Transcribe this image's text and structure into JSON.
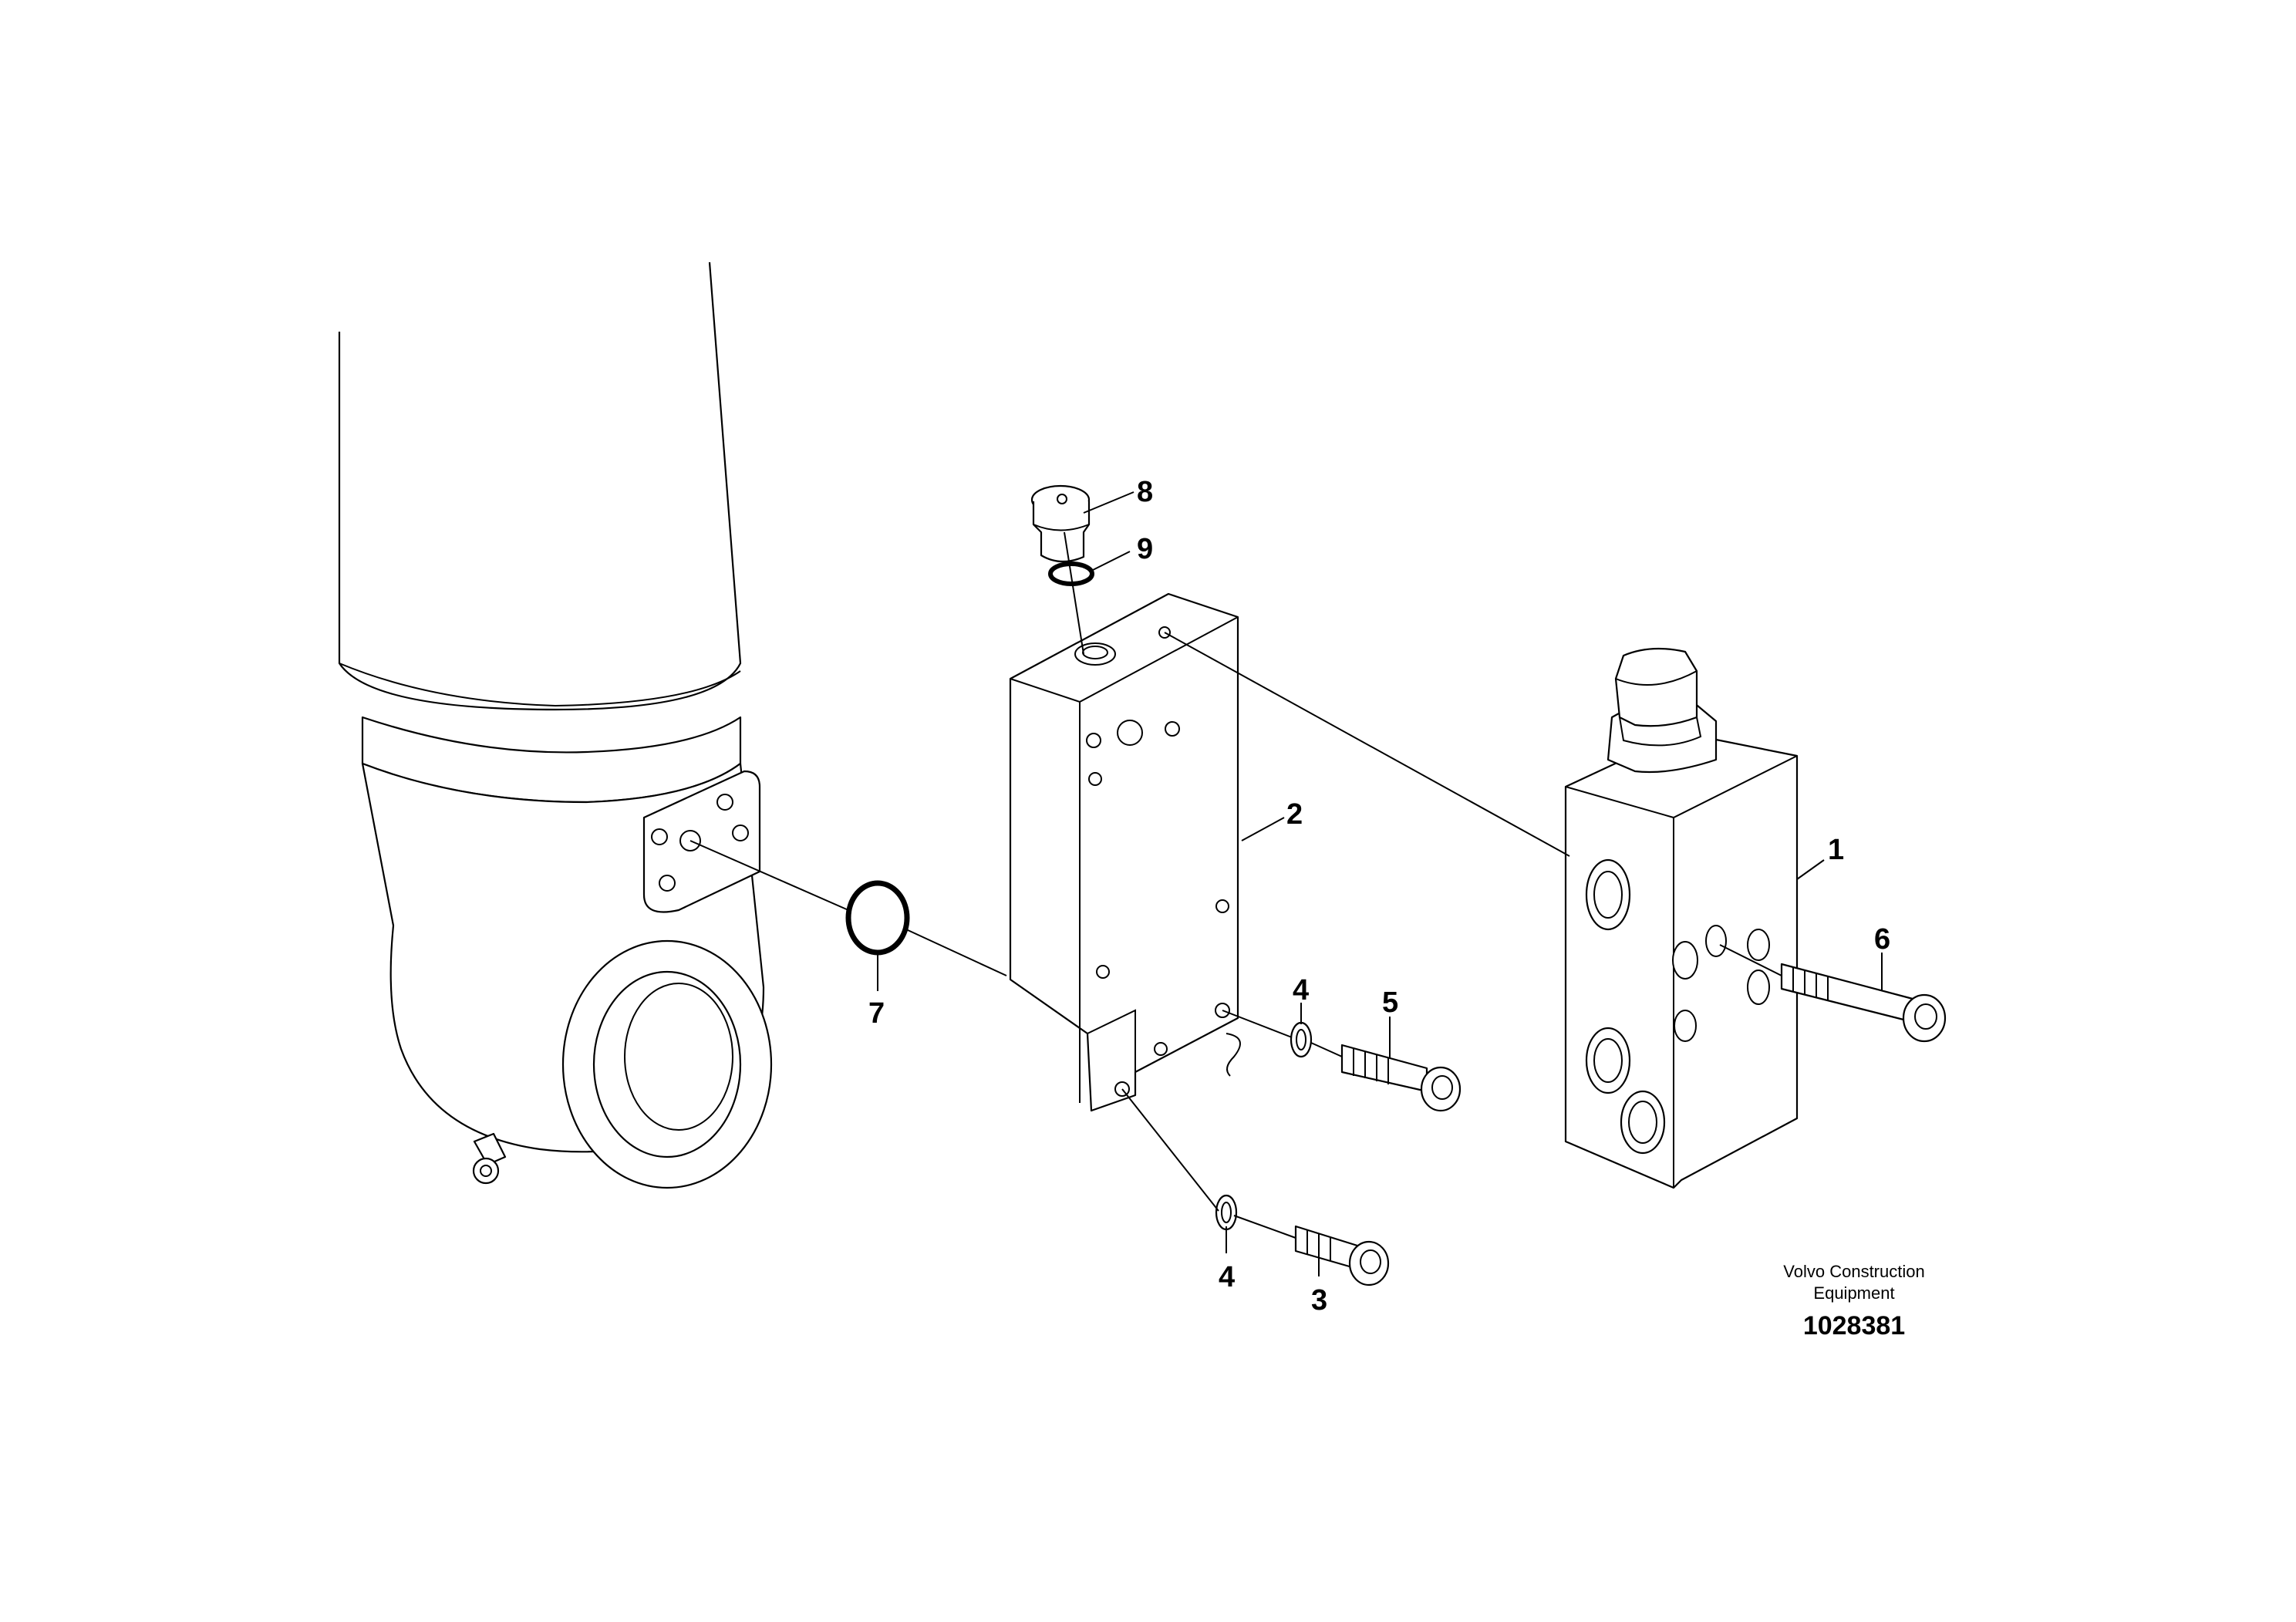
{
  "callouts": [
    {
      "id": "1",
      "text": "1"
    },
    {
      "id": "2",
      "text": "2"
    },
    {
      "id": "3",
      "text": "3"
    },
    {
      "id": "4a",
      "text": "4"
    },
    {
      "id": "4b",
      "text": "4"
    },
    {
      "id": "5",
      "text": "5"
    },
    {
      "id": "6",
      "text": "6"
    },
    {
      "id": "7",
      "text": "7"
    },
    {
      "id": "8",
      "text": "8"
    },
    {
      "id": "9",
      "text": "9"
    }
  ],
  "caption": {
    "company_line1": "Volvo Construction",
    "company_line2": "Equipment",
    "drawing_number": "1028381"
  }
}
